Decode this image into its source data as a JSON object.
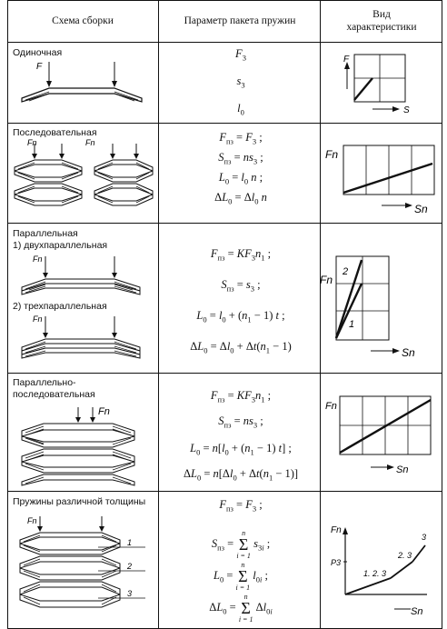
{
  "headers": {
    "scheme": "Схема сборки",
    "params": "Параметр пакета пружин",
    "char": "Вид характеристики"
  },
  "rows": [
    {
      "scheme": [
        "Одиночная"
      ],
      "labels": [
        "F"
      ],
      "formulas": [
        "F3",
        "s3",
        "l0"
      ],
      "chart_labels": [
        "F",
        "S"
      ]
    },
    {
      "scheme": [
        "Последовательная"
      ],
      "labels": [
        "Fn",
        "Fn"
      ],
      "formulas": [
        "Fпз = F3 ;",
        "Sпз = ns3 ;",
        "L0 = l0 n ;",
        "ΔL0 = Δl0 n"
      ],
      "chart_labels": [
        "Fn",
        "Sn"
      ]
    },
    {
      "scheme": [
        "Параллельная",
        "1) двухпараллельная",
        "2) трехпараллельная"
      ],
      "labels": [
        "Fn",
        "Fn"
      ],
      "formulas": [
        "Fпз = KF3n1 ;",
        "Sпз = s3 ;",
        "L0 = l0 + (n1 − 1) t ;",
        "ΔL0 = Δl0 + Δt(n1 − 1)"
      ],
      "chart_labels": [
        "Fn",
        "Sn",
        "1",
        "2"
      ]
    },
    {
      "scheme": [
        "Параллельно-",
        "последовательная"
      ],
      "labels": [
        "Fn"
      ],
      "formulas": [
        "Fпз = KF3n1 ;",
        "Sпз = ns3 ;",
        "L0 = n[l0 + (n1 − 1) t] ;",
        "ΔL0 = n[Δl0 + Δt(n1 − 1)]"
      ],
      "chart_labels": [
        "Fn",
        "Sn"
      ]
    },
    {
      "scheme": [
        "Пружины различной толщины"
      ],
      "labels": [
        "Fn",
        "1",
        "2",
        "3"
      ],
      "formulas": [
        "Fпз = F3 ;",
        "Sпз = Σ s3i ;",
        "L0 = Σ l0i ;",
        "ΔL0 = Σ Δl0i"
      ],
      "sum_limits": [
        "n",
        "i = 1"
      ],
      "chart_labels": [
        "Fn",
        "P3",
        "Sn",
        "1. 2. 3",
        "2. 3",
        "3"
      ]
    }
  ]
}
